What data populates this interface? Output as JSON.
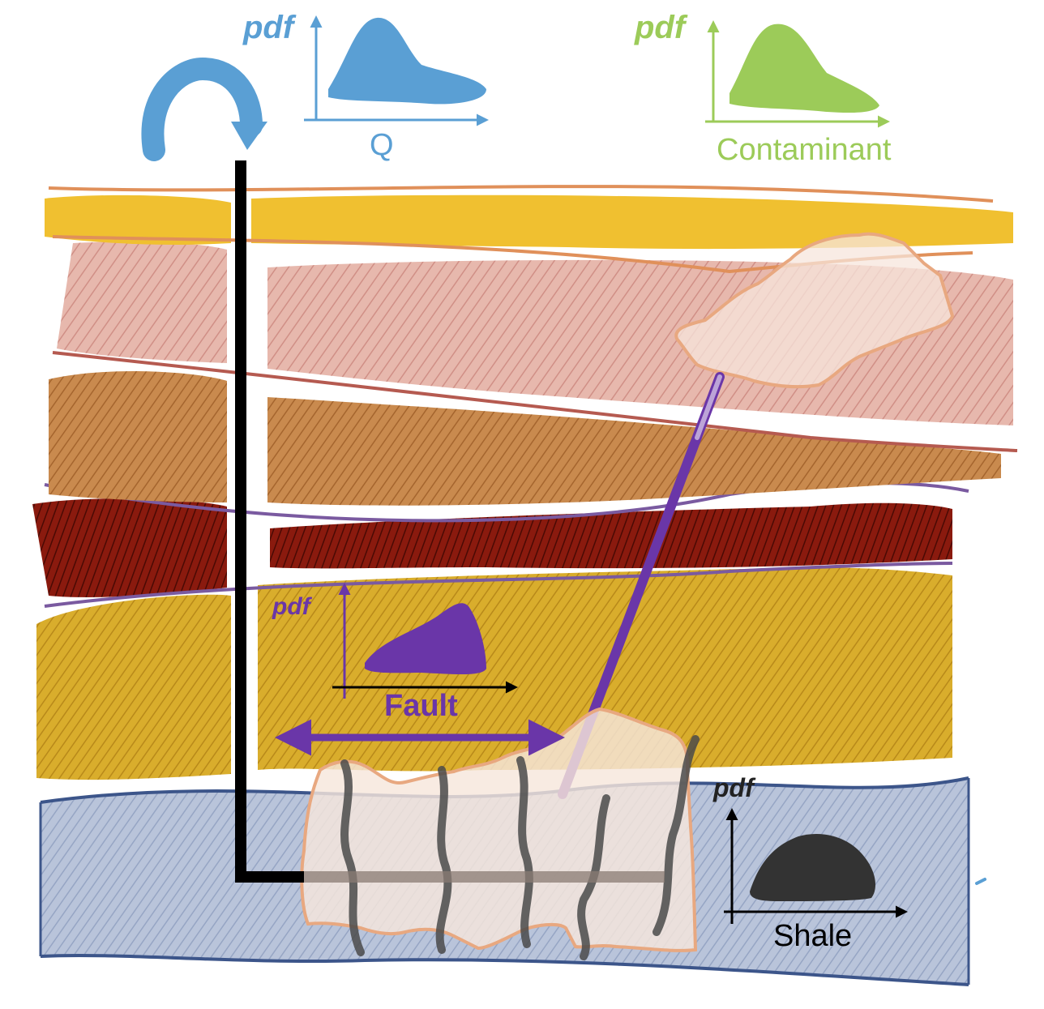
{
  "colors": {
    "q_dist": "#5a9fd4",
    "contaminant_dist": "#9ccb59",
    "fault_dist": "#6a36a8",
    "shale_dist": "#333333",
    "soil_layer": "#f0c030",
    "pink_layer": "#e7b8ad",
    "tan_layer": "#c98a4e",
    "dark_red_layer": "#8a1a0e",
    "gold_layer": "#d9ad2c",
    "shale_layer": "#b5c1d8",
    "plume": "#f5dccd",
    "well": "#000000",
    "fracture": "#555555"
  },
  "distributions": {
    "q": {
      "pdf_label": "pdf",
      "axis_label": "Q",
      "icon": "curved-arrow-icon"
    },
    "contaminant": {
      "pdf_label": "pdf",
      "axis_label": "Contaminant"
    },
    "fault": {
      "pdf_label": "pdf",
      "axis_label": "Fault"
    },
    "shale": {
      "pdf_label": "pdf",
      "axis_label": "Shale"
    }
  }
}
